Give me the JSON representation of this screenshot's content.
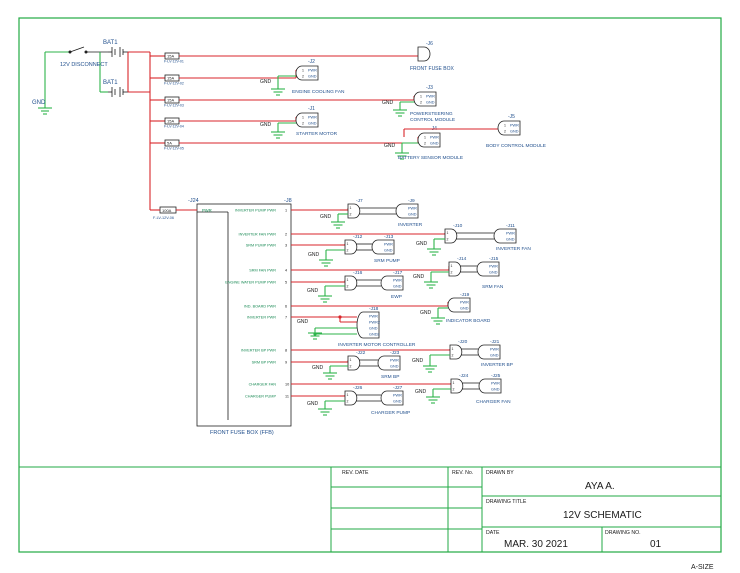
{
  "switch": {
    "label": "12V DISCONNECT"
  },
  "batteries": [
    {
      "label": "BAT1"
    },
    {
      "label": "BAT1"
    }
  ],
  "ground_label": "GND",
  "top_fuses": [
    {
      "rating": "15A",
      "code": "F-LV-12V-01"
    },
    {
      "rating": "15A",
      "code": "F-LV-12V-02"
    },
    {
      "rating": "15A",
      "code": "F-LV-12V-03"
    },
    {
      "rating": "15A",
      "code": "F-LV-12V-04"
    },
    {
      "rating": "5A",
      "code": "F-LV-12V-05"
    }
  ],
  "main_fuse": {
    "rating": "100A",
    "code": "F-LV-12V-06",
    "connector": "-J24",
    "pin": "PWR"
  },
  "top_devices": [
    {
      "ref": "-J6",
      "name": "FRONT FUSE BOX"
    },
    {
      "ref": "-J2",
      "name": "ENGINE COOLING FAN",
      "pins": [
        "PWR",
        "GND"
      ],
      "pin_nums": [
        "1",
        "2"
      ]
    },
    {
      "ref": "-J3",
      "name": "POWERSTEERING CONTROL MODULE",
      "name_lines": [
        "POWERSTEERING",
        "CONTROL MODULE"
      ],
      "pins": [
        "PWR",
        "GND"
      ],
      "pin_nums": [
        "1",
        "2"
      ]
    },
    {
      "ref": "-J1",
      "name": "STARTER MOTOR",
      "pins": [
        "PWR",
        "GND"
      ],
      "pin_nums": [
        "1",
        "2"
      ]
    },
    {
      "ref": "-J4",
      "name": "BATTERY SENSOR MODULE",
      "pins": [
        "PWR",
        "GND"
      ],
      "pin_nums": [
        "1",
        "2"
      ]
    },
    {
      "ref": "-J5",
      "name": "BODY CONTROL MODULE",
      "pins": [
        "PWR",
        "GND"
      ],
      "pin_nums": [
        "1",
        "2"
      ]
    }
  ],
  "fuse_box": {
    "ref": "-J8",
    "title": "FRONT FUSE BOX (FFB)",
    "outputs": [
      {
        "label": "INVERTER PUMP PWR",
        "pin": "1"
      },
      {
        "label": "INVERTER FAN PWR",
        "pin": "2"
      },
      {
        "label": "SRM PUMP PWR",
        "pin": "3"
      },
      {
        "label": "SRM FAN PWR",
        "pin": "4"
      },
      {
        "label": "ENGINE WATER PUMP PWR",
        "pin": "5"
      },
      {
        "label": "IND. BOARD PWR",
        "pin": "6"
      },
      {
        "label": "INVERTER PWR",
        "pin": "7"
      },
      {
        "label": "INVERTER BP PWR",
        "pin": "8"
      },
      {
        "label": "SRM BP PWR",
        "pin": "9"
      },
      {
        "label": "CHARGER FAN",
        "pin": "10"
      },
      {
        "label": "CHARGER PUMP",
        "pin": "11"
      }
    ]
  },
  "ffb_devices": [
    {
      "plug": "-J7",
      "ref": "-J9",
      "name": "INVERTER"
    },
    {
      "plug": "-J10",
      "ref": "-J11",
      "name": "INVERTER FAN"
    },
    {
      "plug": "-J12",
      "ref": "-J13",
      "name": "SRM PUMP"
    },
    {
      "plug": "-J14",
      "ref": "-J15",
      "name": "SRM FAN"
    },
    {
      "plug": "-J16",
      "ref": "-J17",
      "name": "EWP"
    },
    {
      "plug": "",
      "ref": "-J19",
      "name": "INDICATOR BOARD"
    },
    {
      "plug": "",
      "ref": "-J18",
      "name": "INVERTER MOTOR CONTROLLER",
      "pins": [
        "PWR",
        "PWR2",
        "GND",
        "GND2"
      ]
    },
    {
      "plug": "-J20",
      "ref": "-J21",
      "name": "INVERTER BP"
    },
    {
      "plug": "-J22",
      "ref": "-J23",
      "name": "SRM BP"
    },
    {
      "plug": "-J24",
      "ref": "-J25",
      "name": "CHARGER FAN"
    },
    {
      "plug": "-J26",
      "ref": "-J27",
      "name": "CHARGER PUMP"
    }
  ],
  "pin_labels": {
    "pwr": "PWR",
    "gnd": "GND"
  },
  "title_block": {
    "rev_date_label": "REV. DATE",
    "rev_no_label": "REV. No.",
    "drawn_by_label": "DRAWN BY",
    "drawn_by": "AYA A.",
    "drawing_title_label": "DRAWING TITLE",
    "drawing_title": "12V SCHEMATIC",
    "date_label": "DATE",
    "date": "MAR. 30 2021",
    "drawing_no_label": "DRAWING NO.",
    "drawing_no": "01"
  },
  "sheet_size": "A-SIZE",
  "colors": {
    "power": "#d9262b",
    "ground": "#2db34a",
    "frame": "#22aa44",
    "label": "#1f4e8c"
  }
}
